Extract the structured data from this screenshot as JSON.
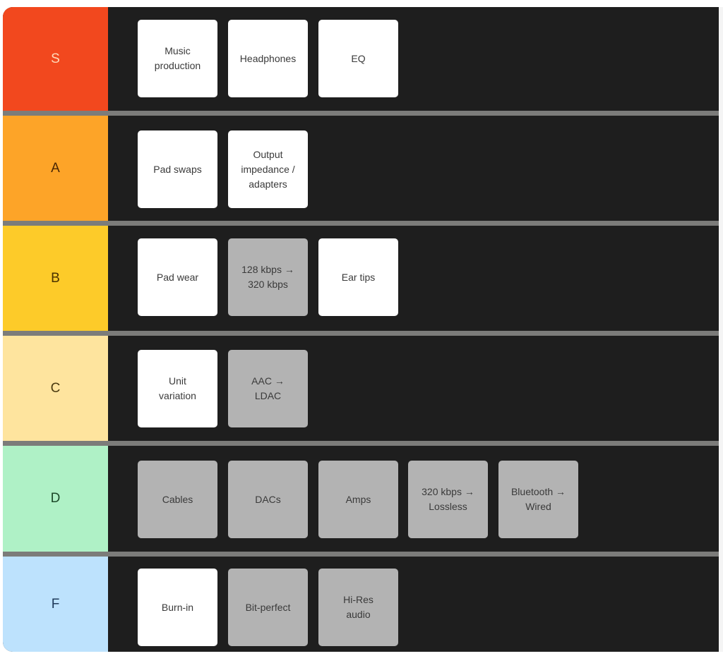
{
  "tiers": [
    {
      "label": "S",
      "bg": "#f2481e",
      "fg": "#ffd9b8",
      "items": [
        {
          "text": "Music\nproduction",
          "style": "white"
        },
        {
          "text": "Headphones",
          "style": "white"
        },
        {
          "text": "EQ",
          "style": "white"
        }
      ]
    },
    {
      "label": "A",
      "bg": "#fda428",
      "fg": "#4a2604",
      "items": [
        {
          "text": "Pad swaps",
          "style": "white"
        },
        {
          "text": "Output\nimpedance /\nadapters",
          "style": "white"
        }
      ]
    },
    {
      "label": "B",
      "bg": "#fdcb29",
      "fg": "#4a3200",
      "items": [
        {
          "text": "Pad wear",
          "style": "white"
        },
        {
          "text": "128 kbps →\n320 kbps",
          "style": "gray"
        },
        {
          "text": "Ear tips",
          "style": "white"
        }
      ]
    },
    {
      "label": "C",
      "bg": "#fee49e",
      "fg": "#4a3a10",
      "items": [
        {
          "text": "Unit\nvariation",
          "style": "white"
        },
        {
          "text": "AAC →\nLDAC",
          "style": "gray"
        }
      ]
    },
    {
      "label": "D",
      "bg": "#aff1c6",
      "fg": "#1d4a2a",
      "items": [
        {
          "text": "Cables",
          "style": "gray"
        },
        {
          "text": "DACs",
          "style": "gray"
        },
        {
          "text": "Amps",
          "style": "gray"
        },
        {
          "text": "320 kbps →\nLossless",
          "style": "gray"
        },
        {
          "text": "Bluetooth →\nWired",
          "style": "gray"
        }
      ]
    },
    {
      "label": "F",
      "bg": "#bde2fd",
      "fg": "#1f3a5a",
      "items": [
        {
          "text": "Burn-in",
          "style": "white"
        },
        {
          "text": "Bit-perfect",
          "style": "gray"
        },
        {
          "text": "Hi-Res\naudio",
          "style": "gray"
        }
      ]
    }
  ]
}
